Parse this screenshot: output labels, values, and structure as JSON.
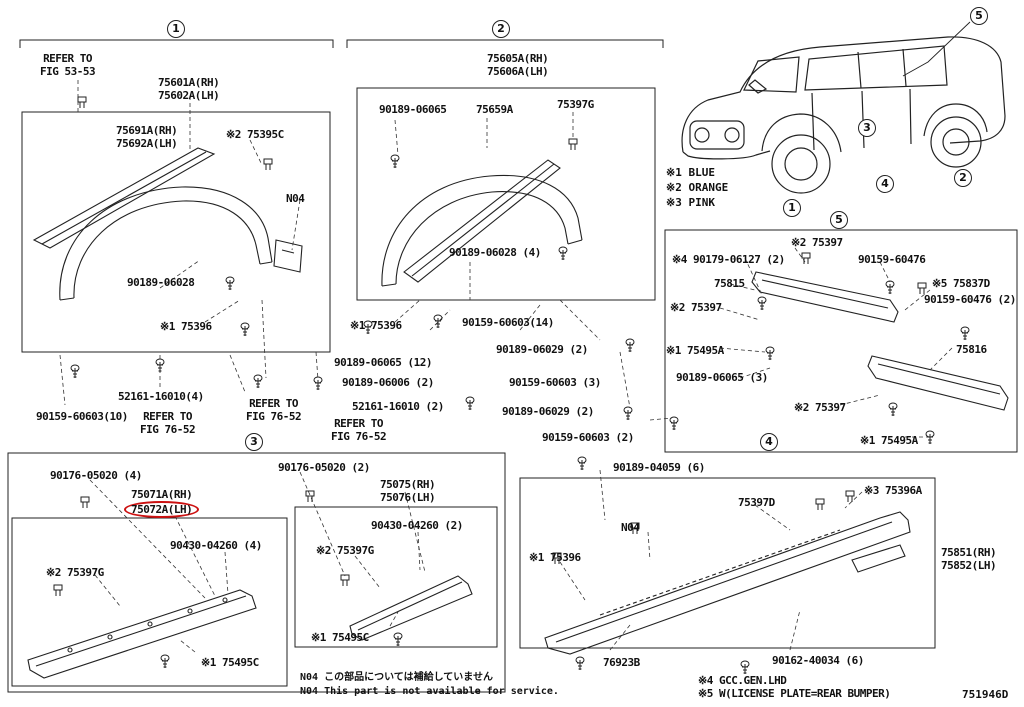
{
  "doc": {
    "number": "751946D"
  },
  "markers": {
    "s1": "1",
    "s2": "2",
    "s3": "3",
    "s4": "4",
    "s5": "5",
    "s5_top": "5",
    "v1": "1",
    "v2": "2",
    "v3": "3",
    "v4": "4"
  },
  "legend": {
    "l1": "※1 BLUE",
    "l2": "※2 ORANGE",
    "l3": "※3 PINK"
  },
  "notes": {
    "jp": "N04 この部品については補給していません",
    "en": "N04 This part is not available for service."
  },
  "s1": {
    "refer_53_53": "REFER TO\nFIG 53-53",
    "p75601": "75601A(RH)\n75602A(LH)",
    "p75691": "75691A(RH)\n75692A(LH)",
    "p75395c": "※2 75395C",
    "n04": "N04",
    "p90189_06028": "90189-06028",
    "p75396": "※1 75396",
    "p90159_60603_10": "90159-60603(10)",
    "refer_76_52_a": "REFER TO\nFIG 76-52",
    "p52161_16010_4": "52161-16010(4)",
    "refer_76_52_b": "REFER TO\nFIG 76-52",
    "refer_76_52_c": "REFER TO\nFIG 76-52"
  },
  "s2": {
    "p75605": "75605A(RH)\n75606A(LH)",
    "p90189_06065": "90189-06065",
    "p75659a": "75659A",
    "p75397g": "75397G",
    "p90189_06028_4": "90189-06028 (4)",
    "p75396": "※1 75396",
    "p90159_60603_14": "90159-60603(14)",
    "p90189_06065_12": "90189-06065 (12)",
    "p90189_06029_2a": "90189-06029 (2)",
    "p90189_06006_2": "90189-06006 (2)",
    "p90159_60603_3": "90159-60603 (3)",
    "p52161_16010_2": "52161-16010 (2)",
    "p90189_06029_2b": "90189-06029 (2)",
    "p90159_60603_2": "90159-60603 (2)"
  },
  "s5": {
    "p75397_a": "※2 75397",
    "p90179_06127": "※4 90179-06127 (2)",
    "p90159_60476": "90159-60476",
    "p75815": "75815",
    "p75837d": "※5 75837D",
    "p90159_60476_2": "90159-60476 (2)",
    "p75397_b": "※2 75397",
    "p75495a_a": "※1 75495A",
    "p75816": "75816",
    "p90189_06065_3": "90189-06065 (3)",
    "p75397_c": "※2 75397",
    "p75495a_b": "※1 75495A"
  },
  "s3": {
    "p90176_05020_4": "90176-05020 (4)",
    "p75071a": "75071A(RH)",
    "p75072a": "75072A(LH)",
    "p90430_04260_4": "90430-04260 (4)",
    "p75397g": "※2 75397G",
    "p75495c": "※1 75495C"
  },
  "s3b": {
    "p90176_05020_2": "90176-05020 (2)",
    "p75075": "75075(RH)\n75076(LH)",
    "p90430_04260_2": "90430-04260 (2)",
    "p75397g": "※2 75397G",
    "p75495c": "※1 75495C"
  },
  "s4": {
    "p90189_04059_6": "90189-04059 (6)",
    "p75397d": "75397D",
    "p75396a": "※3 75396A",
    "n04": "N04",
    "p75396": "※1 75396",
    "p75851": "75851(RH)\n75852(LH)",
    "p76923b": "76923B",
    "p90162_40034_6": "90162-40034 (6)",
    "gcc": "※4 GCC.GEN.LHD",
    "license": "※5 W(LICENSE PLATE=REAR BUMPER)"
  }
}
